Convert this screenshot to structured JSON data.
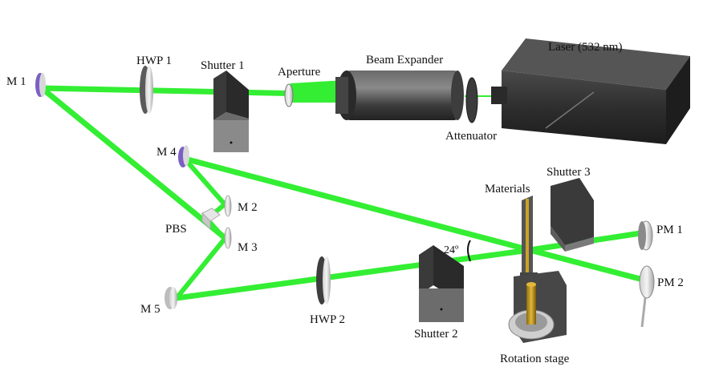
{
  "labels": {
    "laser": "Laser (532 nm)",
    "beam_expander": "Beam Expander",
    "aperture": "Aperture",
    "attenuator": "Attenuator",
    "shutter1": "Shutter 1",
    "shutter2": "Shutter 2",
    "shutter3": "Shutter 3",
    "hwp1": "HWP 1",
    "hwp2": "HWP 2",
    "m1": "M 1",
    "m2": "M 2",
    "m3": "M 3",
    "m4": "M 4",
    "m5": "M 5",
    "pbs": "PBS",
    "materials": "Materials",
    "pm1": "PM 1",
    "pm2": "PM 2",
    "angle": "24º",
    "rotation_stage": "Rotation stage"
  },
  "colors": {
    "beam": "#33ee33",
    "component_dark": "#3a3a3a",
    "mirror_coating": "#7b5fc4"
  }
}
